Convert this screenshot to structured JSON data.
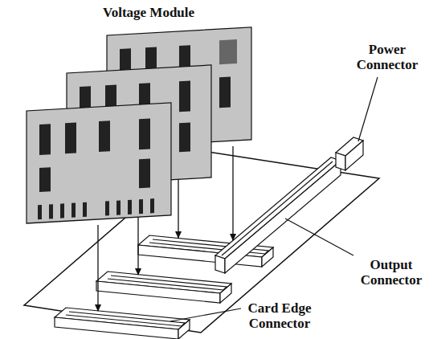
{
  "diagram": {
    "labels": [
      "Voltage Module",
      "Power Connector",
      "Output Connector",
      "Card Edge Connector"
    ]
  }
}
